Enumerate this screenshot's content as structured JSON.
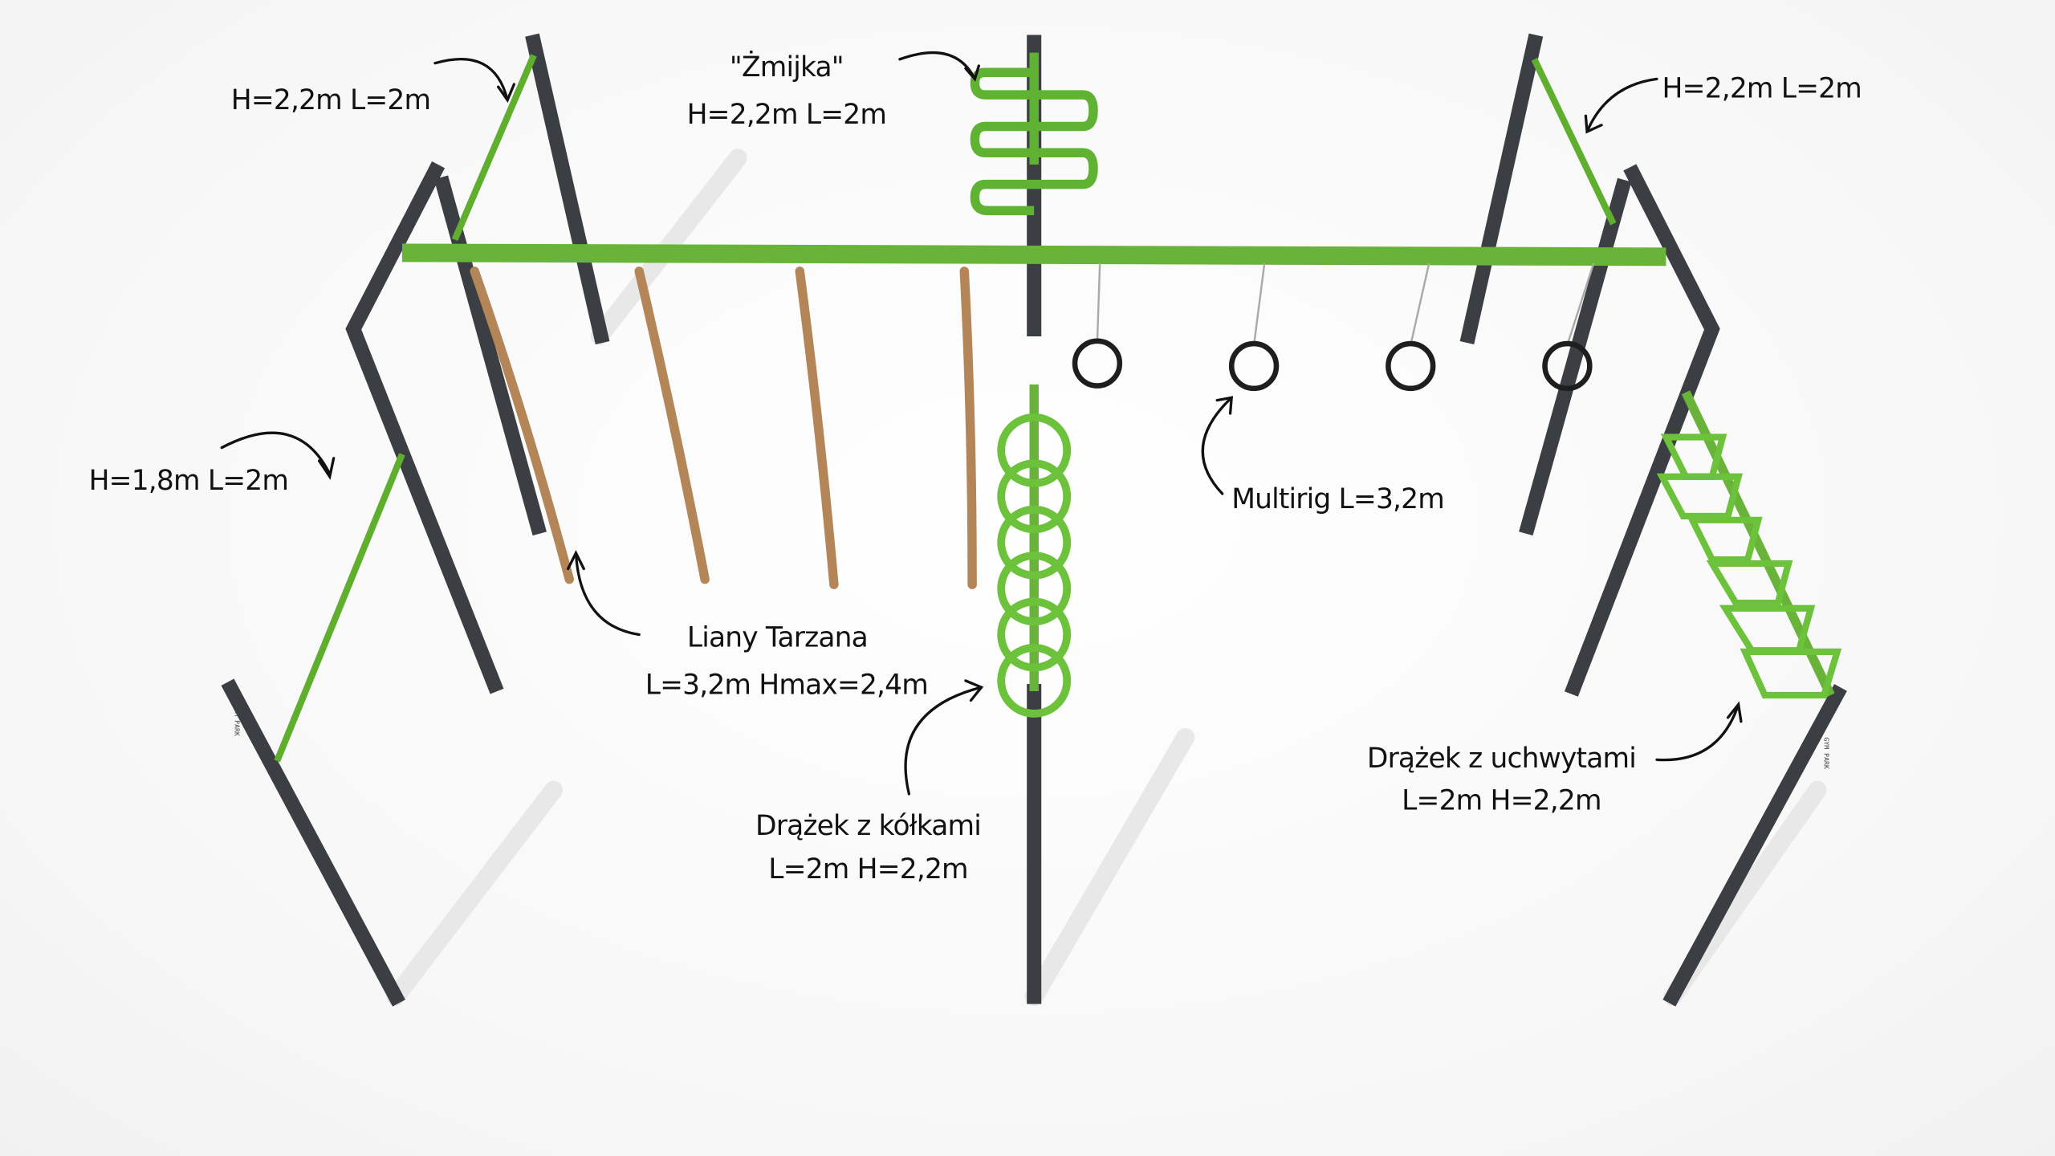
{
  "labels": {
    "top_left": "H=2,2m L=2m",
    "zmijka_name": "\"Żmijka\"",
    "zmijka_dims": "H=2,2m L=2m",
    "top_right": "H=2,2m L=2m",
    "left_low": "H=1,8m L=2m",
    "multirig": "Multirig L=3,2m",
    "liany_name": "Liany Tarzana",
    "liany_dims": "L=3,2m Hmax=2,4m",
    "kolkami_name": "Drążek z kółkami",
    "kolkami_dims": "L=2m H=2,2m",
    "uchwytami_name": "Drążek z uchwytami",
    "uchwytami_dims": "L=2m H=2,2m"
  },
  "brand_tag": "GYM PARK",
  "colors": {
    "frame": "#3b3e42",
    "green": "#69b33a",
    "rope": "#b48657",
    "ring": "#1e1e1e"
  }
}
